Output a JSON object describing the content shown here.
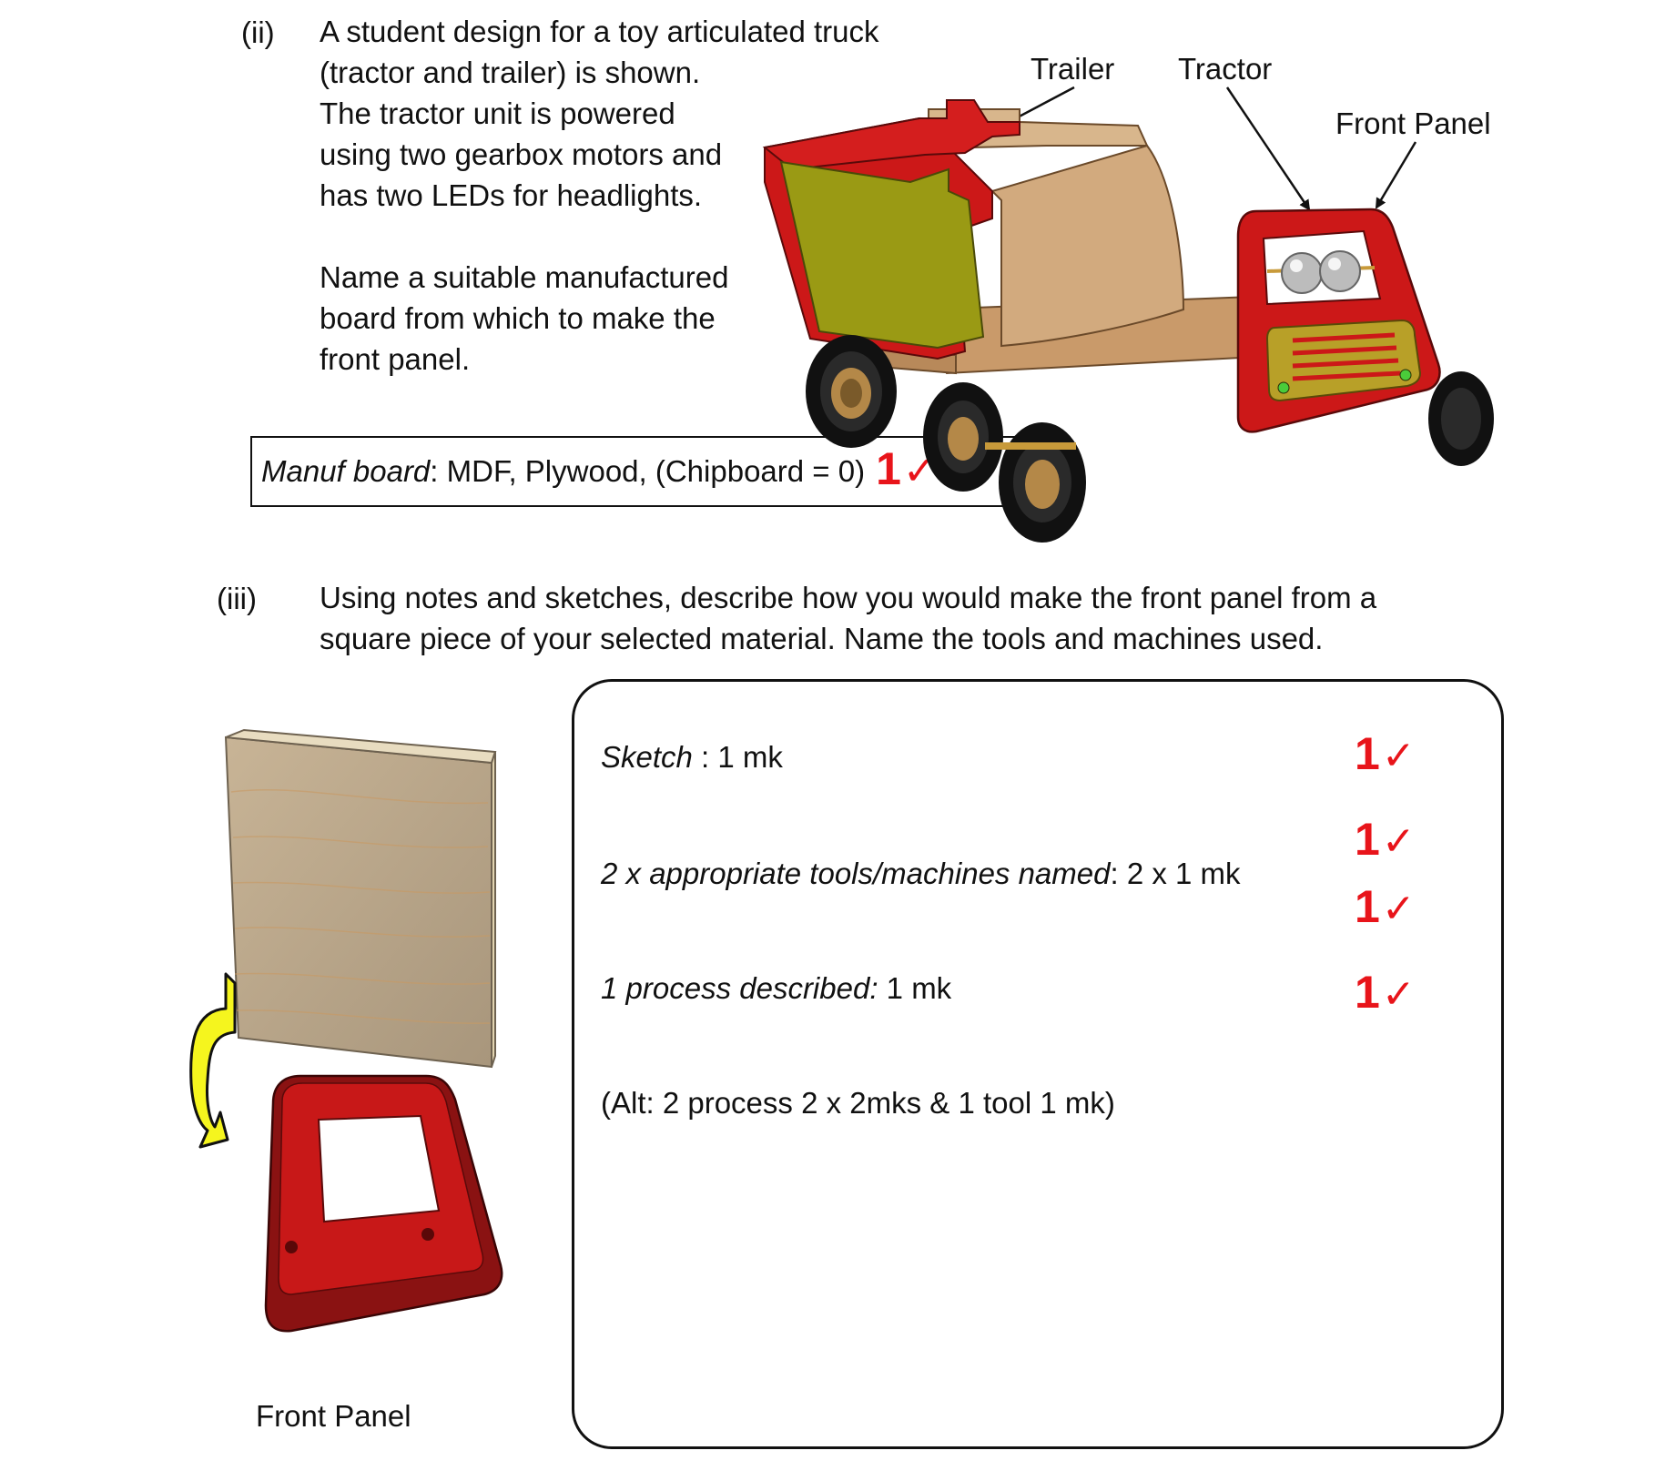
{
  "question_ii": {
    "number": "(ii)",
    "lines": [
      "A student design for a toy articulated truck",
      "(tractor and trailer) is shown.",
      "The tractor unit is powered",
      "using two gearbox motors and",
      "has two LEDs for headlights."
    ],
    "prompt_lines": [
      "Name a suitable manufactured",
      "board from which to make the",
      "front panel."
    ]
  },
  "figure_truck": {
    "labels": {
      "trailer": "Trailer",
      "tractor": "Tractor",
      "front_panel": "Front Panel"
    }
  },
  "answer_ii": {
    "label": "Manuf board",
    "text": ": MDF, Plywood, (Chipboard = 0)",
    "mark": "1",
    "tick": "✓"
  },
  "question_iii": {
    "number": "(iii)",
    "lines": [
      "Using notes and sketches, describe how you would make the front panel from a",
      "square piece of your selected material.  Name the tools and machines used."
    ]
  },
  "figure_panel": {
    "caption": "Front Panel"
  },
  "answer_iii": {
    "criteria": [
      {
        "label": "Sketch",
        "text": " : 1 mk"
      },
      {
        "label": "2 x appropriate tools/machines named",
        "text": ": 2 x 1 mk"
      },
      {
        "label": "1 process described:",
        "text": " 1 mk"
      },
      {
        "label": "",
        "text": "(Alt: 2 process 2 x 2mks & 1 tool 1 mk)"
      }
    ],
    "marks": [
      {
        "value": "1",
        "tick": "✓"
      },
      {
        "value": "1",
        "tick": "✓"
      },
      {
        "value": "1",
        "tick": "✓"
      },
      {
        "value": "1",
        "tick": "✓"
      }
    ]
  },
  "colors": {
    "mark_red": "#e8141a",
    "panel_red": "#c8141a",
    "trailer_wood": "#d2aa7e",
    "trailer_yellow": "#9a9a14",
    "arrow_yellow": "#f5f51e"
  }
}
